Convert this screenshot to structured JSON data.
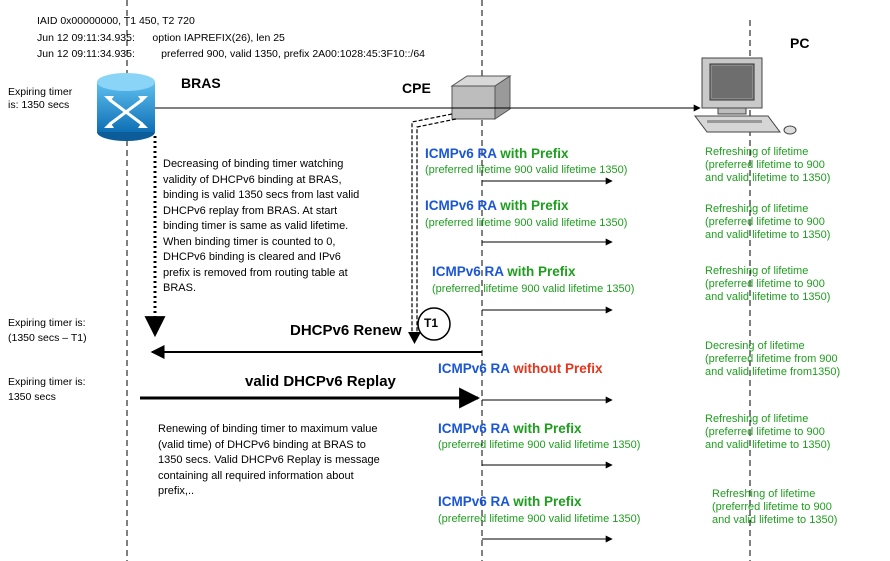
{
  "log_lines": [
    "IAID 0x00000000, T1 450, T2 720",
    "Jun 12 09:11:34.935:      option IAPREFIX(26), len 25",
    "Jun 12 09:11:34.935:         preferred 900, valid 1350, prefix 2A00:1028:45:3F10::/64"
  ],
  "nodes": {
    "bras": "BRAS",
    "cpe": "CPE",
    "pc": "PC"
  },
  "left_notes": {
    "expiring_1": "Expiring timer\nis: 1350 secs",
    "expiring_2": "Expiring timer is:\n(1350 secs – T1)",
    "expiring_3": "Expiring timer is:\n1350 secs"
  },
  "binding_description": "Decreasing of binding timer watching\nvalidity of DHCPv6 binding at BRAS,\nbinding is valid 1350 secs from last valid\nDHCPv6 replay from BRAS. At start\nbinding timer is same as valid lifetime.\nWhen binding timer is counted to 0,\nDHCPv6 binding is cleared and IPv6\nprefix is removed from routing table at\nBRAS.",
  "renew_description": "Renewing of binding timer to maximum value\n(valid time) of DHCPv6 binding at BRAS to\n1350 secs. Valid DHCPv6 Replay is message\ncontaining all required information about\nprefix,..",
  "messages": {
    "renew": "DHCPv6 Renew",
    "reply": "valid DHCPv6 Replay",
    "t1": "T1"
  },
  "ra": {
    "icmp_ra": "ICMPv6 RA",
    "with_prefix": " with Prefix",
    "without_prefix": " without Prefix",
    "lifetimes": "(preferred lifetime 900 valid lifetime 1350)"
  },
  "pc_notes": {
    "refresh": "Refreshing of lifetime\n(preferred lifetime to 900\nand valid lifetime to 1350)",
    "decrease": "Decresing of lifetime\n(preferred lifetime from 900\nand valid lifetime from1350)"
  },
  "colors": {
    "green": "#1e9e1e",
    "blue": "#1a56d6",
    "red": "#e8341c",
    "router": "#1a8fd6"
  }
}
